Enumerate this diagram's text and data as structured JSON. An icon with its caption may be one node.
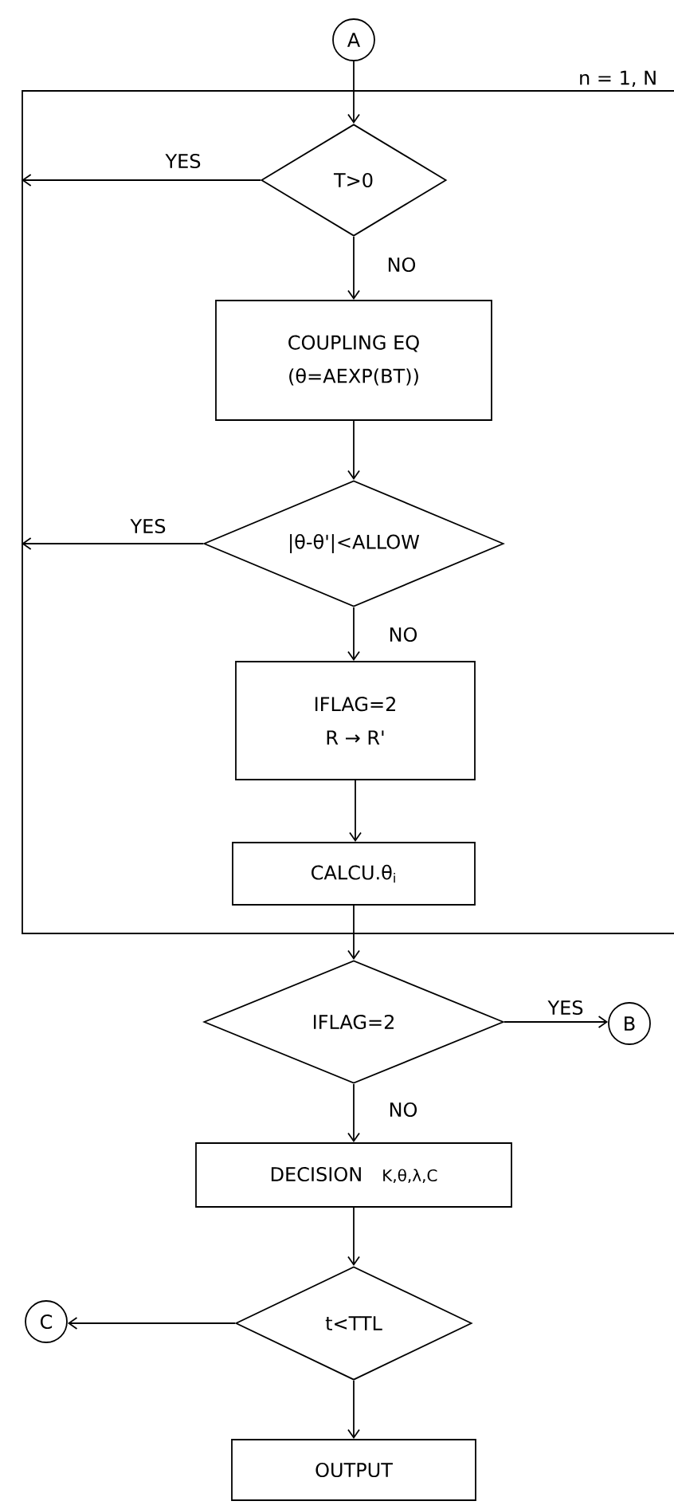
{
  "diagram": {
    "nodes": [
      {
        "text": [
          "A"
        ]
      },
      {
        "text": [
          "n = 1, N"
        ]
      },
      {
        "text": [
          "T>0"
        ],
        "in": 1
      },
      {
        "text": [
          "COUPLING EQ",
          "(θ=AEXP(BT))"
        ],
        "in": 1
      },
      {
        "text": [
          "|θ-θ'|<ALLOW"
        ],
        "in": 1
      },
      {
        "text": [
          "IFLAG=2",
          "R → R'"
        ],
        "in": 1
      },
      {
        "text": [
          "CALCU.θ$_{i}$"
        ],
        "in": 1
      },
      {
        "text": [
          "IFLAG=2"
        ]
      },
      {
        "text": [
          "DECISION",
          "K,θ,λ,C"
        ]
      },
      {
        "text": [
          "B"
        ]
      },
      {
        "text": [
          "t<TTL"
        ]
      },
      {
        "text": [
          "C"
        ]
      },
      {
        "text": [
          "OUTPUT"
        ]
      }
    ],
    "edges": [
      {
        "from": 0,
        "to": 2,
        "arrow": "to"
      },
      {
        "from": 2,
        "to": 1,
        "arrow": "to",
        "label": "YES"
      },
      {
        "from": 2,
        "to": 3,
        "arrow": "to",
        "label": "NO"
      },
      {
        "from": 3,
        "to": 4,
        "arrow": "to"
      },
      {
        "from": 4,
        "to": 1,
        "arrow": "to",
        "label": "YES"
      },
      {
        "from": 4,
        "to": 5,
        "arrow": "to",
        "label": "NO"
      },
      {
        "from": 5,
        "to": 6,
        "arrow": "to"
      },
      {
        "from": 6,
        "to": 7,
        "arrow": "to"
      },
      {
        "from": 7,
        "to": 9,
        "arrow": "to",
        "label": "YES"
      },
      {
        "from": 7,
        "to": 8,
        "arrow": "to",
        "label": "NO"
      },
      {
        "from": 8,
        "to": 10,
        "arrow": "to"
      },
      {
        "from": 10,
        "to": 11,
        "arrow": "to"
      },
      {
        "from": 10,
        "to": 12,
        "arrow": "to"
      }
    ]
  }
}
